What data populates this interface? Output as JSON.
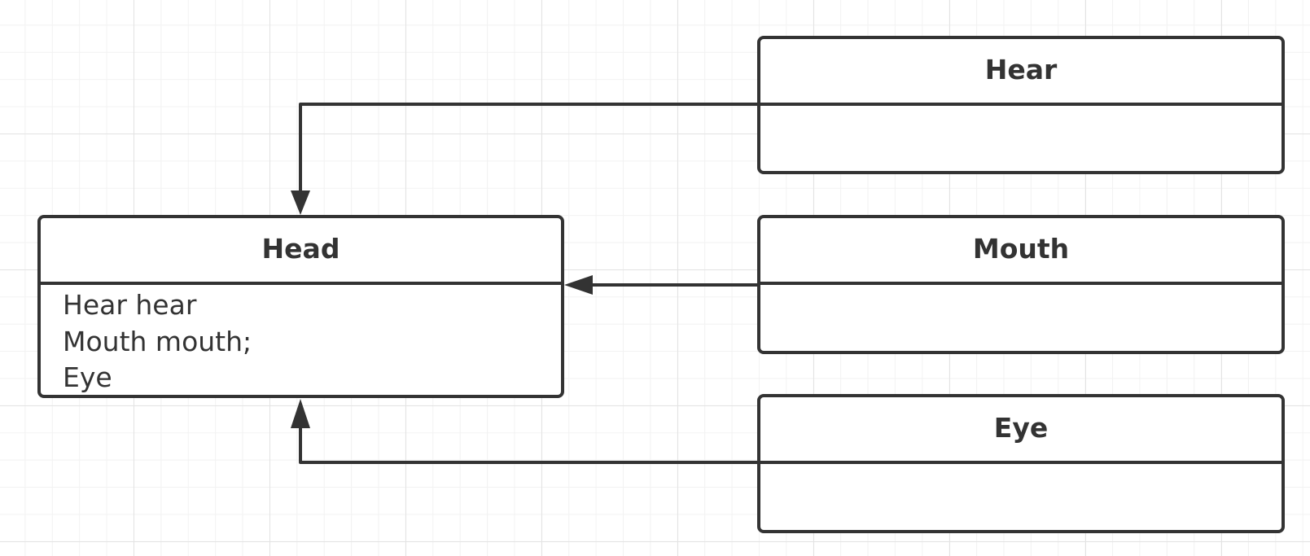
{
  "classes": {
    "head": {
      "name": "Head",
      "attributes": [
        "Hear hear",
        "Mouth mouth;",
        "Eye"
      ]
    },
    "hear": {
      "name": "Hear"
    },
    "mouth": {
      "name": "Mouth"
    },
    "eye": {
      "name": "Eye"
    }
  },
  "relations": [
    {
      "from": "Hear",
      "to": "Head"
    },
    {
      "from": "Mouth",
      "to": "Head"
    },
    {
      "from": "Eye",
      "to": "Head"
    }
  ],
  "colors": {
    "stroke": "#333333",
    "grid": "#e3e3e3",
    "background": "#ffffff"
  }
}
